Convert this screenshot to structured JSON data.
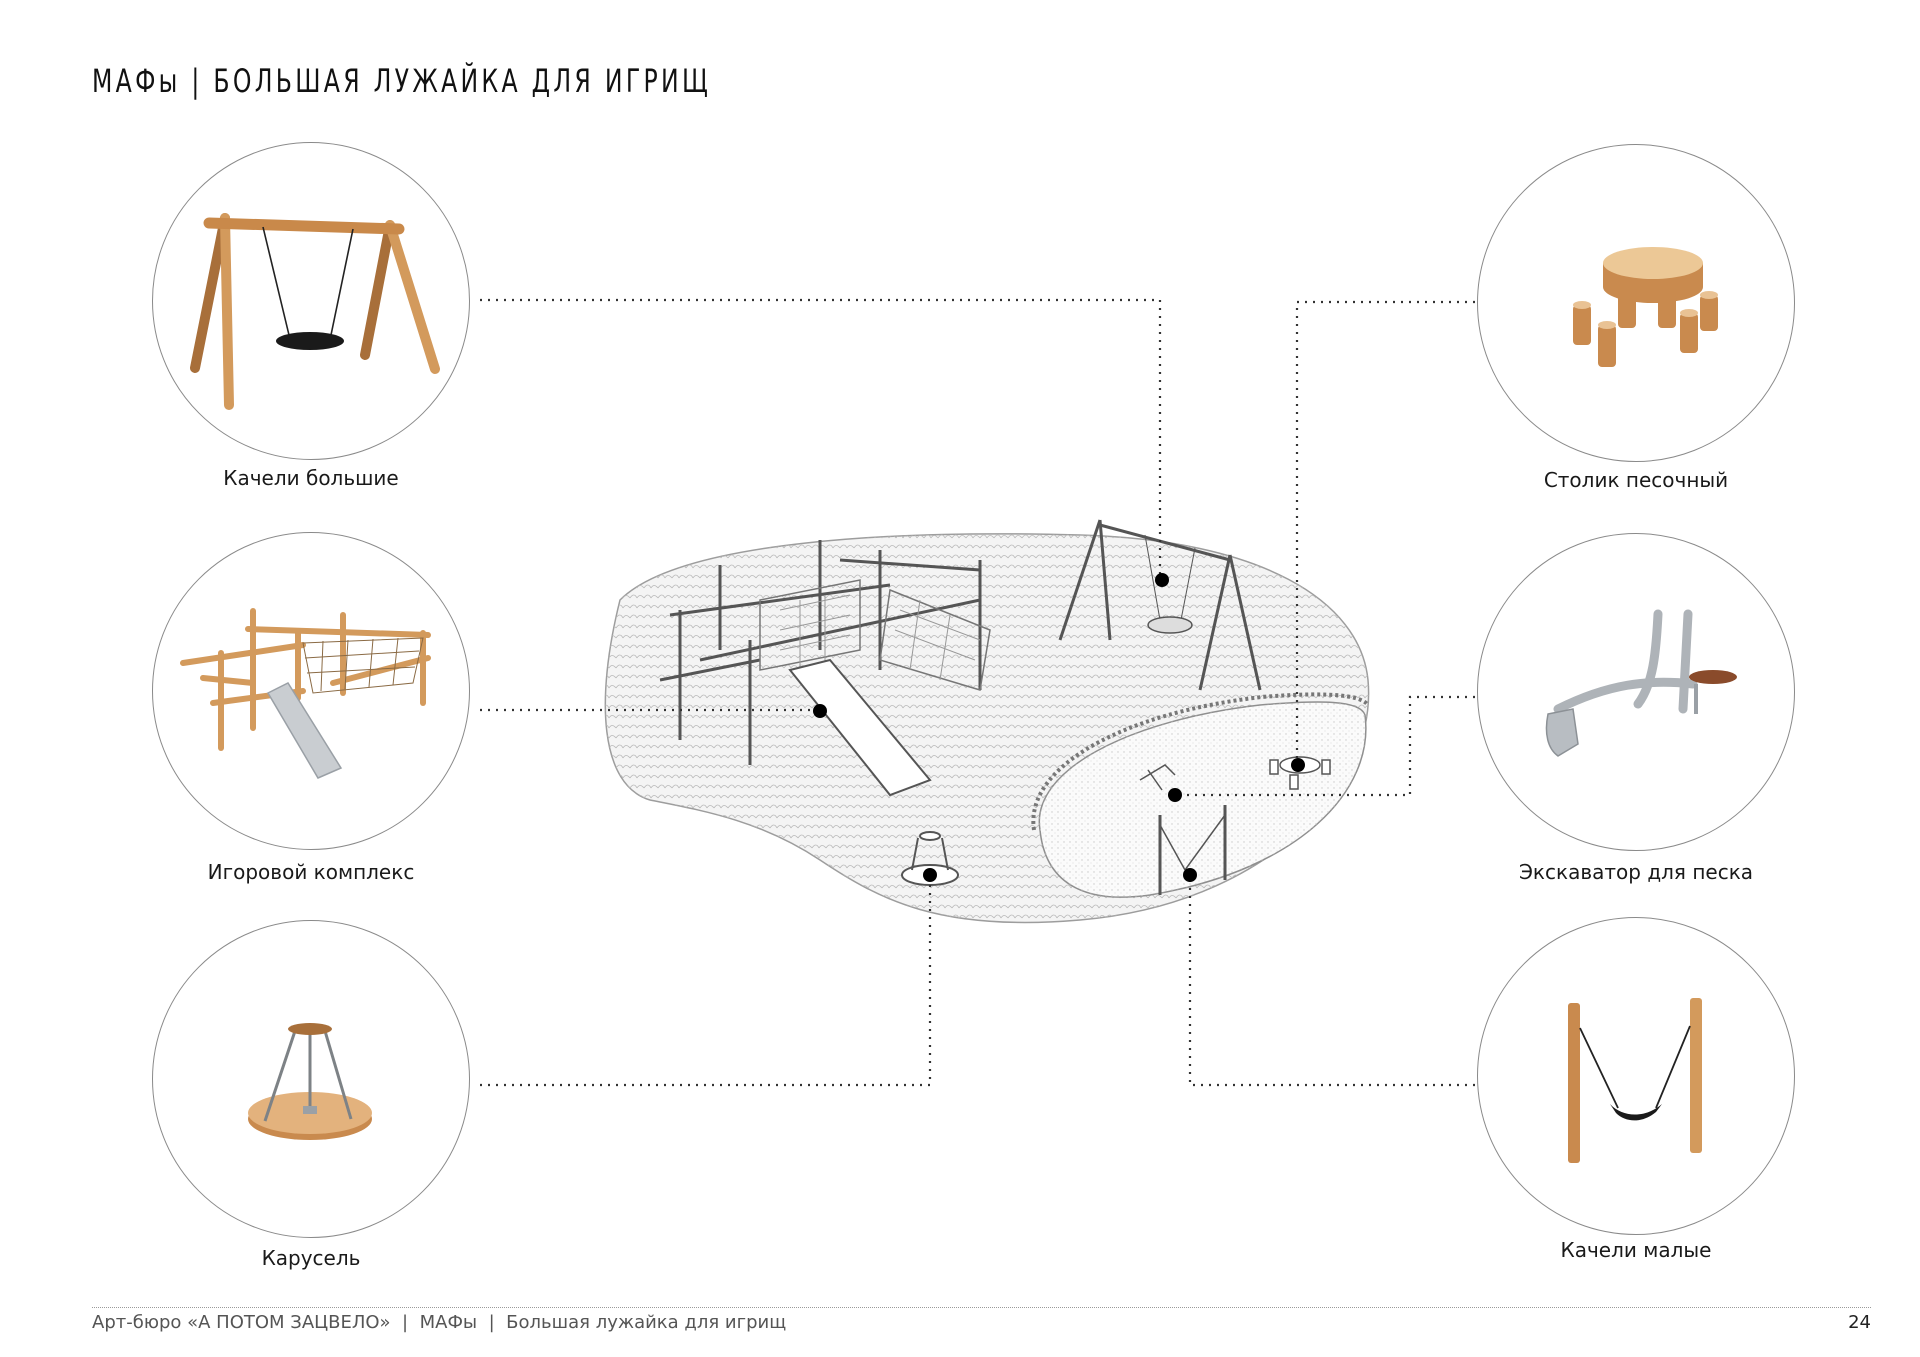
{
  "page": {
    "title": "МАФы | БОЛЬШАЯ ЛУЖАЙКА ДЛЯ ИГРИЩ",
    "page_number": "24"
  },
  "items": {
    "big_swings": {
      "label": "Качели большие",
      "icon": "big-swing-icon"
    },
    "play_complex": {
      "label": "Игоровой комплекс",
      "icon": "play-complex-icon"
    },
    "carousel": {
      "label": "Карусель",
      "icon": "carousel-icon"
    },
    "sand_table": {
      "label": "Столик песочный",
      "icon": "sand-table-icon"
    },
    "excavator": {
      "label": "Экскаватор для песка",
      "icon": "sand-excavator-icon"
    },
    "small_swings": {
      "label": "Качели малые",
      "icon": "small-swing-icon"
    }
  },
  "footer": {
    "studio": "Арт-бюро «А ПОТОМ ЗАЦВЕЛО»",
    "section": "МАФы",
    "subsection": "Большая лужайка для игрищ",
    "separator": "|"
  },
  "colors": {
    "wood": "#d39a5c",
    "wood_dark": "#a86f3a",
    "metal": "#c4c8cc",
    "seat": "#8a4b2b",
    "line": "#333333"
  }
}
